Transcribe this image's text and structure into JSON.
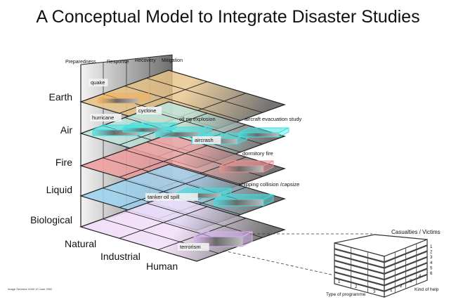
{
  "title": "A Conceptual Model to Integrate Disaster Studies",
  "phases": [
    "Preparedness",
    "Response",
    "Recovery",
    "Mitigation"
  ],
  "layers": [
    {
      "name": "Earth",
      "color": "#e8c488"
    },
    {
      "name": "Air",
      "color": "#bfe6de"
    },
    {
      "name": "Fire",
      "color": "#f0a0a0"
    },
    {
      "name": "Liquid",
      "color": "#9fd4f0"
    },
    {
      "name": "Biological",
      "color": "#f0dcf8"
    }
  ],
  "sources": [
    "Natural",
    "Industrial",
    "Human"
  ],
  "events": [
    {
      "label": "quake",
      "layer": "Earth",
      "color": "#f0b060"
    },
    {
      "label": "hurricane",
      "layer": "Air",
      "color": "#40e0e0"
    },
    {
      "label": "cyclone",
      "layer": "Air",
      "color": "#40e0e0"
    },
    {
      "label": "oil rig explosion",
      "layer": "Air",
      "color": "#40e0e0"
    },
    {
      "label": "aircrash",
      "layer": "Air",
      "color": "#40e0e0"
    },
    {
      "label": "aircraft evacuation study",
      "layer": "Air",
      "color": "#40e0e0"
    },
    {
      "label": "dormitory fire",
      "layer": "Fire",
      "color": "#f09090"
    },
    {
      "label": "shipping collision /capsize",
      "layer": "Liquid",
      "color": "#40e0e0"
    },
    {
      "label": "tanker oil spill",
      "layer": "Liquid",
      "color": "#40e0e0"
    },
    {
      "label": "terrorism",
      "layer": "Biological",
      "color": "#d8b0f0"
    }
  ],
  "detail_box": {
    "title": "Casualties / Victims",
    "levels": [
      "1",
      "2",
      "3",
      "4",
      "5",
      "6"
    ],
    "programme_ticks": [
      "1",
      "2",
      "3"
    ],
    "programme_label": "Type of programme",
    "help_ticks": [
      "1",
      "2",
      "3",
      "4"
    ],
    "help_label": "Kind of help"
  },
  "credit": "Image Services VUW 10 June 2002"
}
